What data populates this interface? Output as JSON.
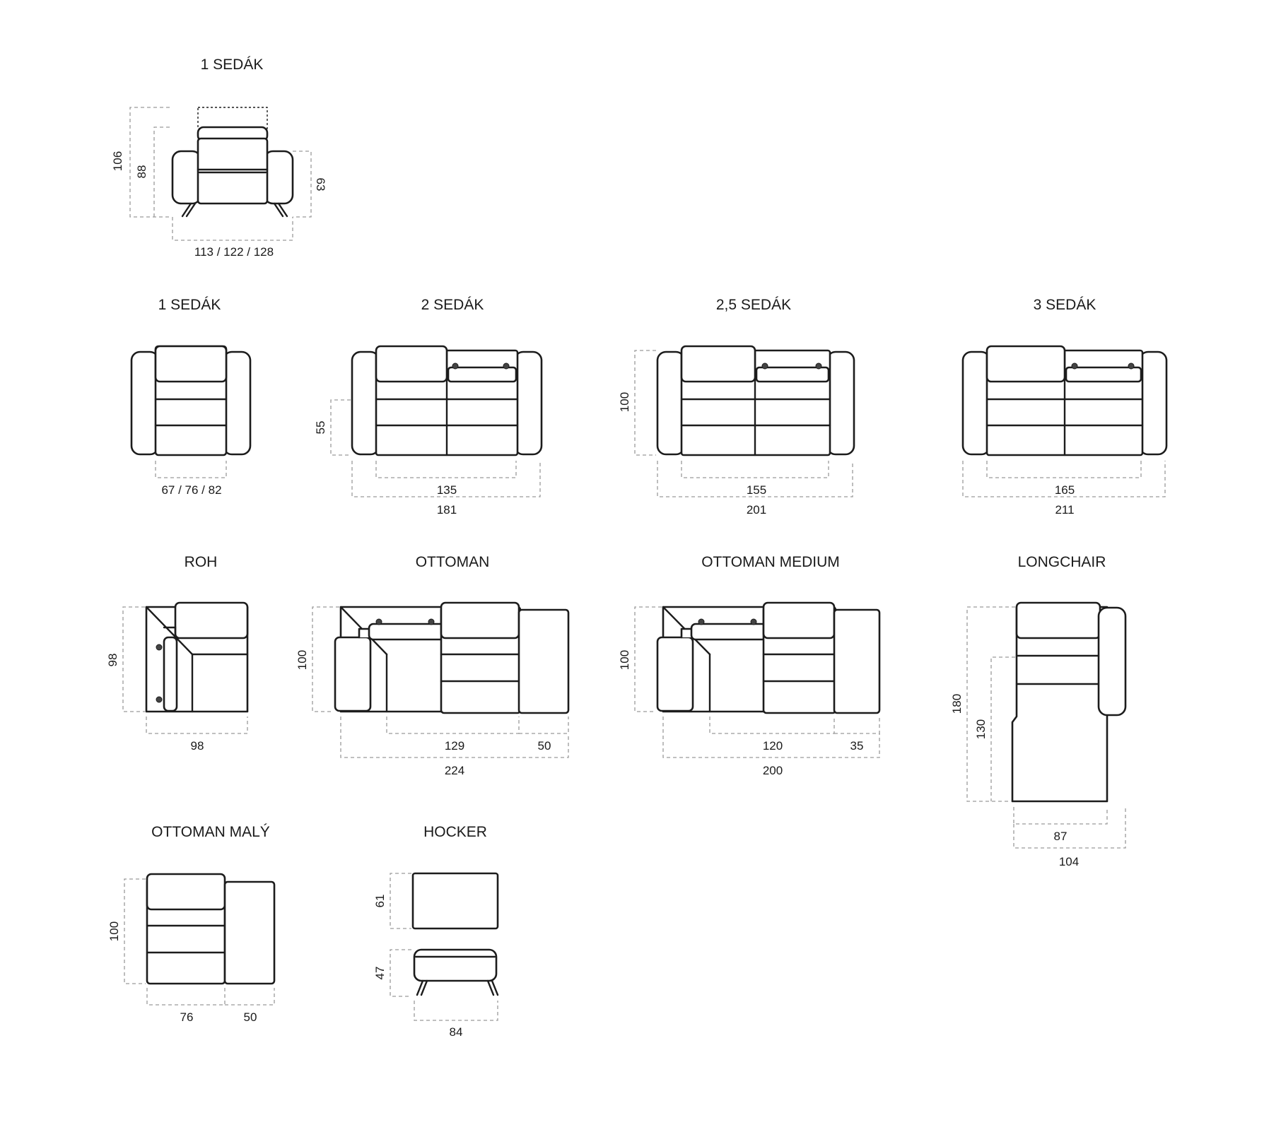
{
  "modules": [
    {
      "id": "armchair-front",
      "title": "1 SEDÁK",
      "dims": {
        "height_total": "106",
        "height_back": "88",
        "height_arm": "63",
        "width": "113 / 122 / 128"
      }
    },
    {
      "id": "seat-1",
      "title": "1 SEDÁK",
      "dims": {
        "width": "67 / 76 / 82"
      }
    },
    {
      "id": "seat-2",
      "title": "2 SEDÁK",
      "dims": {
        "depth": "55",
        "width_inner": "135",
        "width_total": "181"
      }
    },
    {
      "id": "seat-2-5",
      "title": "2,5 SEDÁK",
      "dims": {
        "depth": "100",
        "width_inner": "155",
        "width_total": "201"
      }
    },
    {
      "id": "seat-3",
      "title": "3 SEDÁK",
      "dims": {
        "width_inner": "165",
        "width_total": "211"
      }
    },
    {
      "id": "roh",
      "title": "ROH",
      "dims": {
        "depth": "98",
        "width": "98"
      }
    },
    {
      "id": "ottoman",
      "title": "OTTOMAN",
      "dims": {
        "depth": "100",
        "width_inner": "129",
        "width_ext": "50",
        "width_total": "224"
      }
    },
    {
      "id": "ottoman-medium",
      "title": "OTTOMAN MEDIUM",
      "dims": {
        "depth": "100",
        "width_inner": "120",
        "width_ext": "35",
        "width_total": "200"
      }
    },
    {
      "id": "longchair",
      "title": "LONGCHAIR",
      "dims": {
        "length_total": "180",
        "length_inner": "130",
        "width_inner": "87",
        "width_total": "104"
      }
    },
    {
      "id": "ottoman-maly",
      "title": "OTTOMAN MALÝ",
      "dims": {
        "depth": "100",
        "width_seat": "76",
        "width_ext": "50"
      }
    },
    {
      "id": "hocker",
      "title": "HOCKER",
      "dims": {
        "depth_top": "61",
        "height": "47",
        "width": "84"
      }
    }
  ]
}
